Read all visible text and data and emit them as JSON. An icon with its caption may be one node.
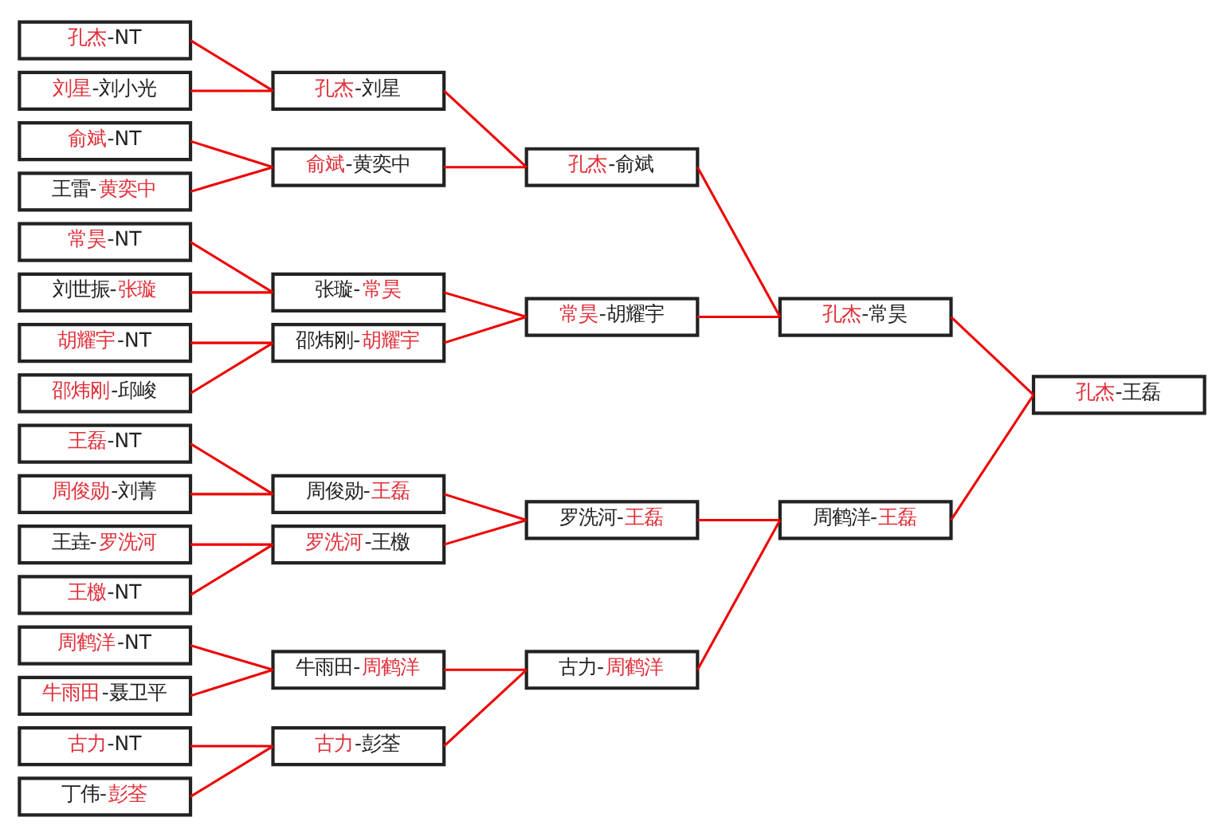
{
  "diagram": {
    "nodes": [
      {
        "text": [
          "**孔杰**-NT"
        ]
      },
      {
        "text": [
          "**刘星**-刘小光"
        ]
      },
      {
        "text": [
          "**俞斌**-NT"
        ]
      },
      {
        "text": [
          "王雷-**黄奕中**"
        ]
      },
      {
        "text": [
          "**常昊**-NT"
        ]
      },
      {
        "text": [
          "刘世振-**张璇**"
        ]
      },
      {
        "text": [
          "**胡耀宇**-NT"
        ]
      },
      {
        "text": [
          "**邵炜刚**-邱峻"
        ]
      },
      {
        "text": [
          "**王磊**-NT"
        ]
      },
      {
        "text": [
          "**周俊勋**-刘菁"
        ]
      },
      {
        "text": [
          "王垚-**罗洗河**"
        ]
      },
      {
        "text": [
          "**王檄**-NT"
        ]
      },
      {
        "text": [
          "**周鹤洋**-NT"
        ]
      },
      {
        "text": [
          "**牛雨田**-聂卫平"
        ]
      },
      {
        "text": [
          "**古力**-NT"
        ]
      },
      {
        "text": [
          "丁伟-**彭荃**"
        ]
      },
      {
        "text": [
          "**孔杰**-刘星"
        ]
      },
      {
        "text": [
          "**俞斌**-黄奕中"
        ]
      },
      {
        "text": [
          "张璇-**常昊**"
        ]
      },
      {
        "text": [
          "邵炜刚-**胡耀宇**"
        ]
      },
      {
        "text": [
          "周俊勋-**王磊**"
        ]
      },
      {
        "text": [
          "**罗洗河**-王檄"
        ]
      },
      {
        "text": [
          "牛雨田-**周鹤洋**"
        ]
      },
      {
        "text": [
          "**古力**-彭荃"
        ]
      },
      {
        "text": [
          "**孔杰**-俞斌"
        ]
      },
      {
        "text": [
          "**常昊**-胡耀宇"
        ]
      },
      {
        "text": [
          "罗洗河-**王磊**"
        ]
      },
      {
        "text": [
          "古力-**周鹤洋**"
        ]
      },
      {
        "text": [
          "**孔杰**-常昊"
        ]
      },
      {
        "text": [
          "周鹤洋-**王磊**"
        ]
      },
      {
        "text": [
          "**孔杰**-王磊"
        ]
      }
    ],
    "edges": [
      {
        "from": 0,
        "to": 16,
        "arrow": "none"
      },
      {
        "from": 1,
        "to": 16,
        "arrow": "none"
      },
      {
        "from": 2,
        "to": 17,
        "arrow": "none"
      },
      {
        "from": 3,
        "to": 17,
        "arrow": "none"
      },
      {
        "from": 4,
        "to": 18,
        "arrow": "none"
      },
      {
        "from": 5,
        "to": 18,
        "arrow": "none"
      },
      {
        "from": 6,
        "to": 19,
        "arrow": "none"
      },
      {
        "from": 7,
        "to": 19,
        "arrow": "none"
      },
      {
        "from": 8,
        "to": 20,
        "arrow": "none"
      },
      {
        "from": 9,
        "to": 20,
        "arrow": "none"
      },
      {
        "from": 10,
        "to": 21,
        "arrow": "none"
      },
      {
        "from": 11,
        "to": 21,
        "arrow": "none"
      },
      {
        "from": 12,
        "to": 22,
        "arrow": "none"
      },
      {
        "from": 13,
        "to": 22,
        "arrow": "none"
      },
      {
        "from": 14,
        "to": 23,
        "arrow": "none"
      },
      {
        "from": 15,
        "to": 23,
        "arrow": "none"
      },
      {
        "from": 16,
        "to": 24,
        "arrow": "none"
      },
      {
        "from": 17,
        "to": 24,
        "arrow": "none"
      },
      {
        "from": 18,
        "to": 25,
        "arrow": "none"
      },
      {
        "from": 19,
        "to": 25,
        "arrow": "none"
      },
      {
        "from": 20,
        "to": 26,
        "arrow": "none"
      },
      {
        "from": 21,
        "to": 26,
        "arrow": "none"
      },
      {
        "from": 22,
        "to": 27,
        "arrow": "none"
      },
      {
        "from": 23,
        "to": 27,
        "arrow": "none"
      },
      {
        "from": 24,
        "to": 28,
        "arrow": "none"
      },
      {
        "from": 25,
        "to": 28,
        "arrow": "none"
      },
      {
        "from": 26,
        "to": 29,
        "arrow": "none"
      },
      {
        "from": 27,
        "to": 29,
        "arrow": "none"
      },
      {
        "from": 28,
        "to": 30,
        "arrow": "none"
      },
      {
        "from": 29,
        "to": 30,
        "arrow": "none"
      }
    ]
  }
}
